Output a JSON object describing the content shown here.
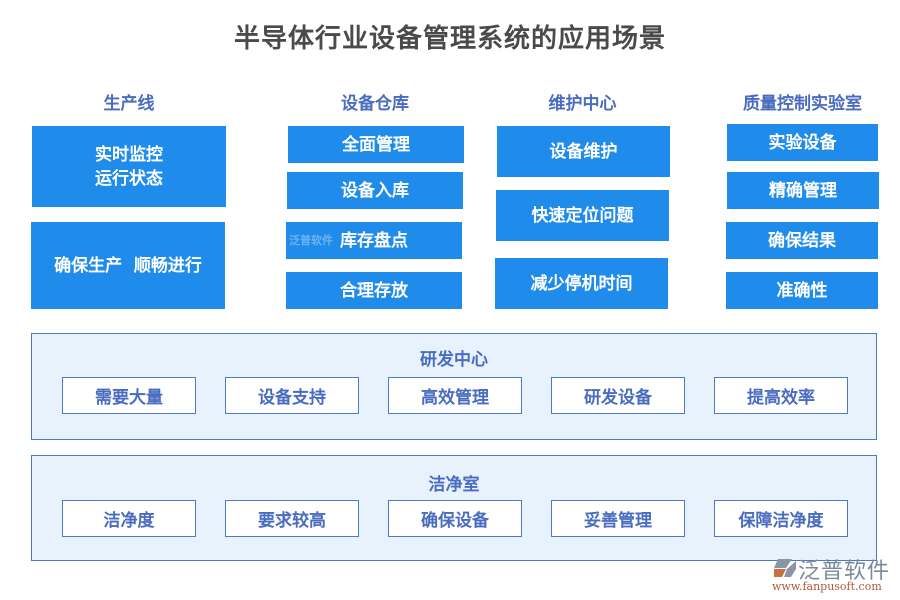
{
  "title": "半导体行业设备管理系统的应用场景",
  "columns": [
    {
      "heading": "生产线",
      "items": [
        {
          "lines": [
            "实时监控",
            "运行状态"
          ]
        },
        {
          "lines": [
            "确保生产  顺畅进行"
          ]
        }
      ]
    },
    {
      "heading": "设备仓库",
      "items": [
        {
          "lines": [
            "全面管理"
          ]
        },
        {
          "lines": [
            "设备入库"
          ]
        },
        {
          "lines": [
            "库存盘点"
          ]
        },
        {
          "lines": [
            "合理存放"
          ]
        }
      ]
    },
    {
      "heading": "维护中心",
      "items": [
        {
          "lines": [
            "设备维护"
          ]
        },
        {
          "lines": [
            "快速定位问题"
          ]
        },
        {
          "lines": [
            "减少停机时间"
          ]
        }
      ]
    },
    {
      "heading": "质量控制实验室",
      "items": [
        {
          "lines": [
            "实验设备"
          ]
        },
        {
          "lines": [
            "精确管理"
          ]
        },
        {
          "lines": [
            "确保结果"
          ]
        },
        {
          "lines": [
            "准确性"
          ]
        }
      ]
    }
  ],
  "panels": [
    {
      "heading": "研发中心",
      "items": [
        "需要大量",
        "设备支持",
        "高效管理",
        "研发设备",
        "提高效率"
      ]
    },
    {
      "heading": "洁净室",
      "items": [
        "洁净度",
        "要求较高",
        "确保设备",
        "妥善管理",
        "保障洁净度"
      ]
    }
  ],
  "watermark": "泛普软件",
  "logo": {
    "name": "泛普软件",
    "url": "www.fanpusoft.com"
  },
  "colors": {
    "box_fill": "#1f8bea",
    "heading": "#4a6cc0",
    "panel_fill": "#e8f2fc",
    "panel_border": "#4d79c7",
    "title": "#4a4a4a"
  }
}
